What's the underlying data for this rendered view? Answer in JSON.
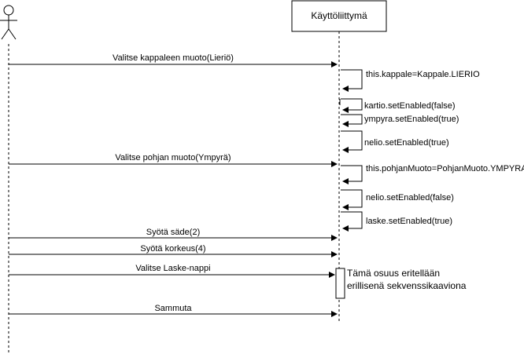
{
  "participants": {
    "actor": {
      "label": ""
    },
    "ui": {
      "label": "Käyttöliittymä"
    }
  },
  "messages": [
    {
      "text": "Valitse kappaleen muoto(Lieriö)"
    },
    {
      "text": "Valitse pohjan muoto(Ympyrä)"
    },
    {
      "text": "Syötä säde(2)"
    },
    {
      "text": "Syötä korkeus(4)"
    },
    {
      "text": "Valitse Laske-nappi"
    },
    {
      "text": "Sammuta"
    }
  ],
  "self_calls": [
    {
      "text": "this.kappale=Kappale.LIERIO"
    },
    {
      "text": "kartio.setEnabled(false)"
    },
    {
      "text": "ympyra.setEnabled(true)"
    },
    {
      "text": "nelio.setEnabled(true)"
    },
    {
      "text": "this.pohjanMuoto=PohjanMuoto.YMPYRA"
    },
    {
      "text": "nelio.setEnabled(false)"
    },
    {
      "text": "laske.setEnabled(true)"
    }
  ],
  "activation_note": {
    "line1": "Tämä osuus eritellään",
    "line2": "erillisenä sekvenssikaaviona"
  }
}
